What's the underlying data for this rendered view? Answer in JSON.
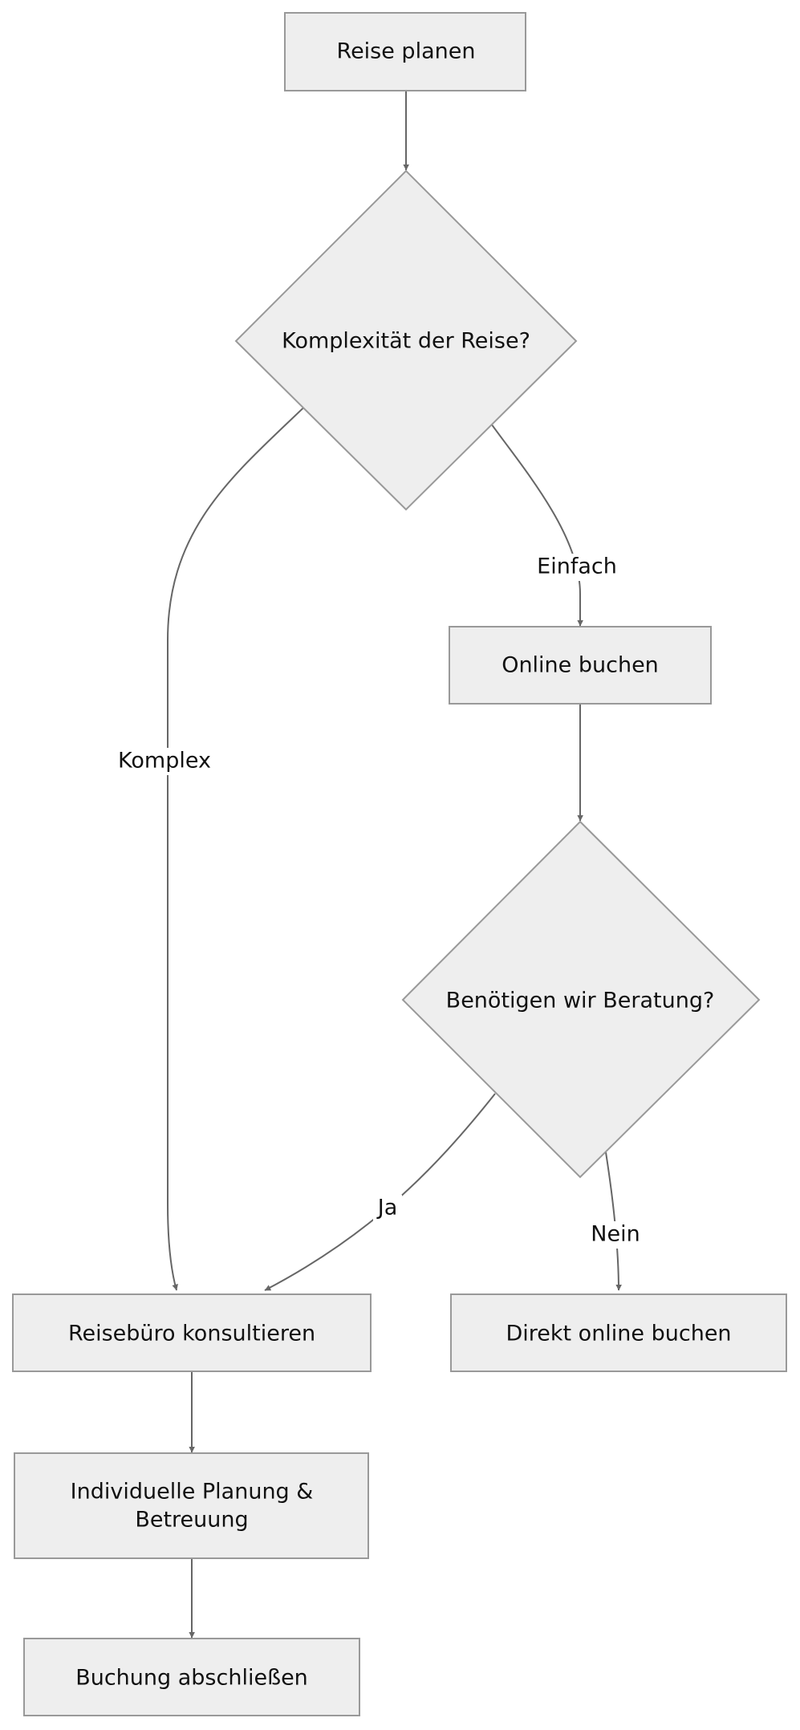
{
  "nodes": {
    "start": "Reise planen",
    "decision1": "Komplexität der Reise?",
    "online": "Online buchen",
    "decision2": "Benötigen wir Beratung?",
    "agency": "Reisebüro konsultieren",
    "direct": "Direkt online buchen",
    "planning_line1": "Individuelle Planung &",
    "planning_line2": "Betreuung",
    "finish": "Buchung abschließen"
  },
  "edges": {
    "complex": "Komplex",
    "simple": "Einfach",
    "yes": "Ja",
    "no": "Nein"
  },
  "colors": {
    "node_fill": "#eeeeee",
    "node_stroke": "#999999",
    "edge": "#666666"
  }
}
